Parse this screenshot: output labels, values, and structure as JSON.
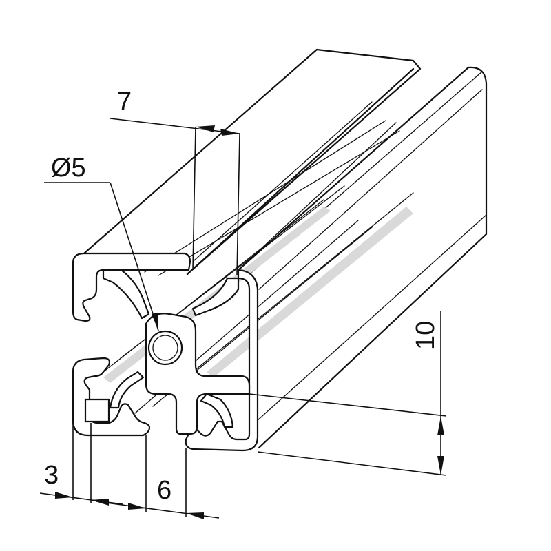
{
  "dimensions": {
    "width_7": "7",
    "bore_diameter": "Ø5",
    "height_10": "10",
    "offset_3": "3",
    "slot_6": "6"
  },
  "colors": {
    "line": "#111111",
    "shading": "#d9d9d9",
    "background": "#ffffff"
  }
}
